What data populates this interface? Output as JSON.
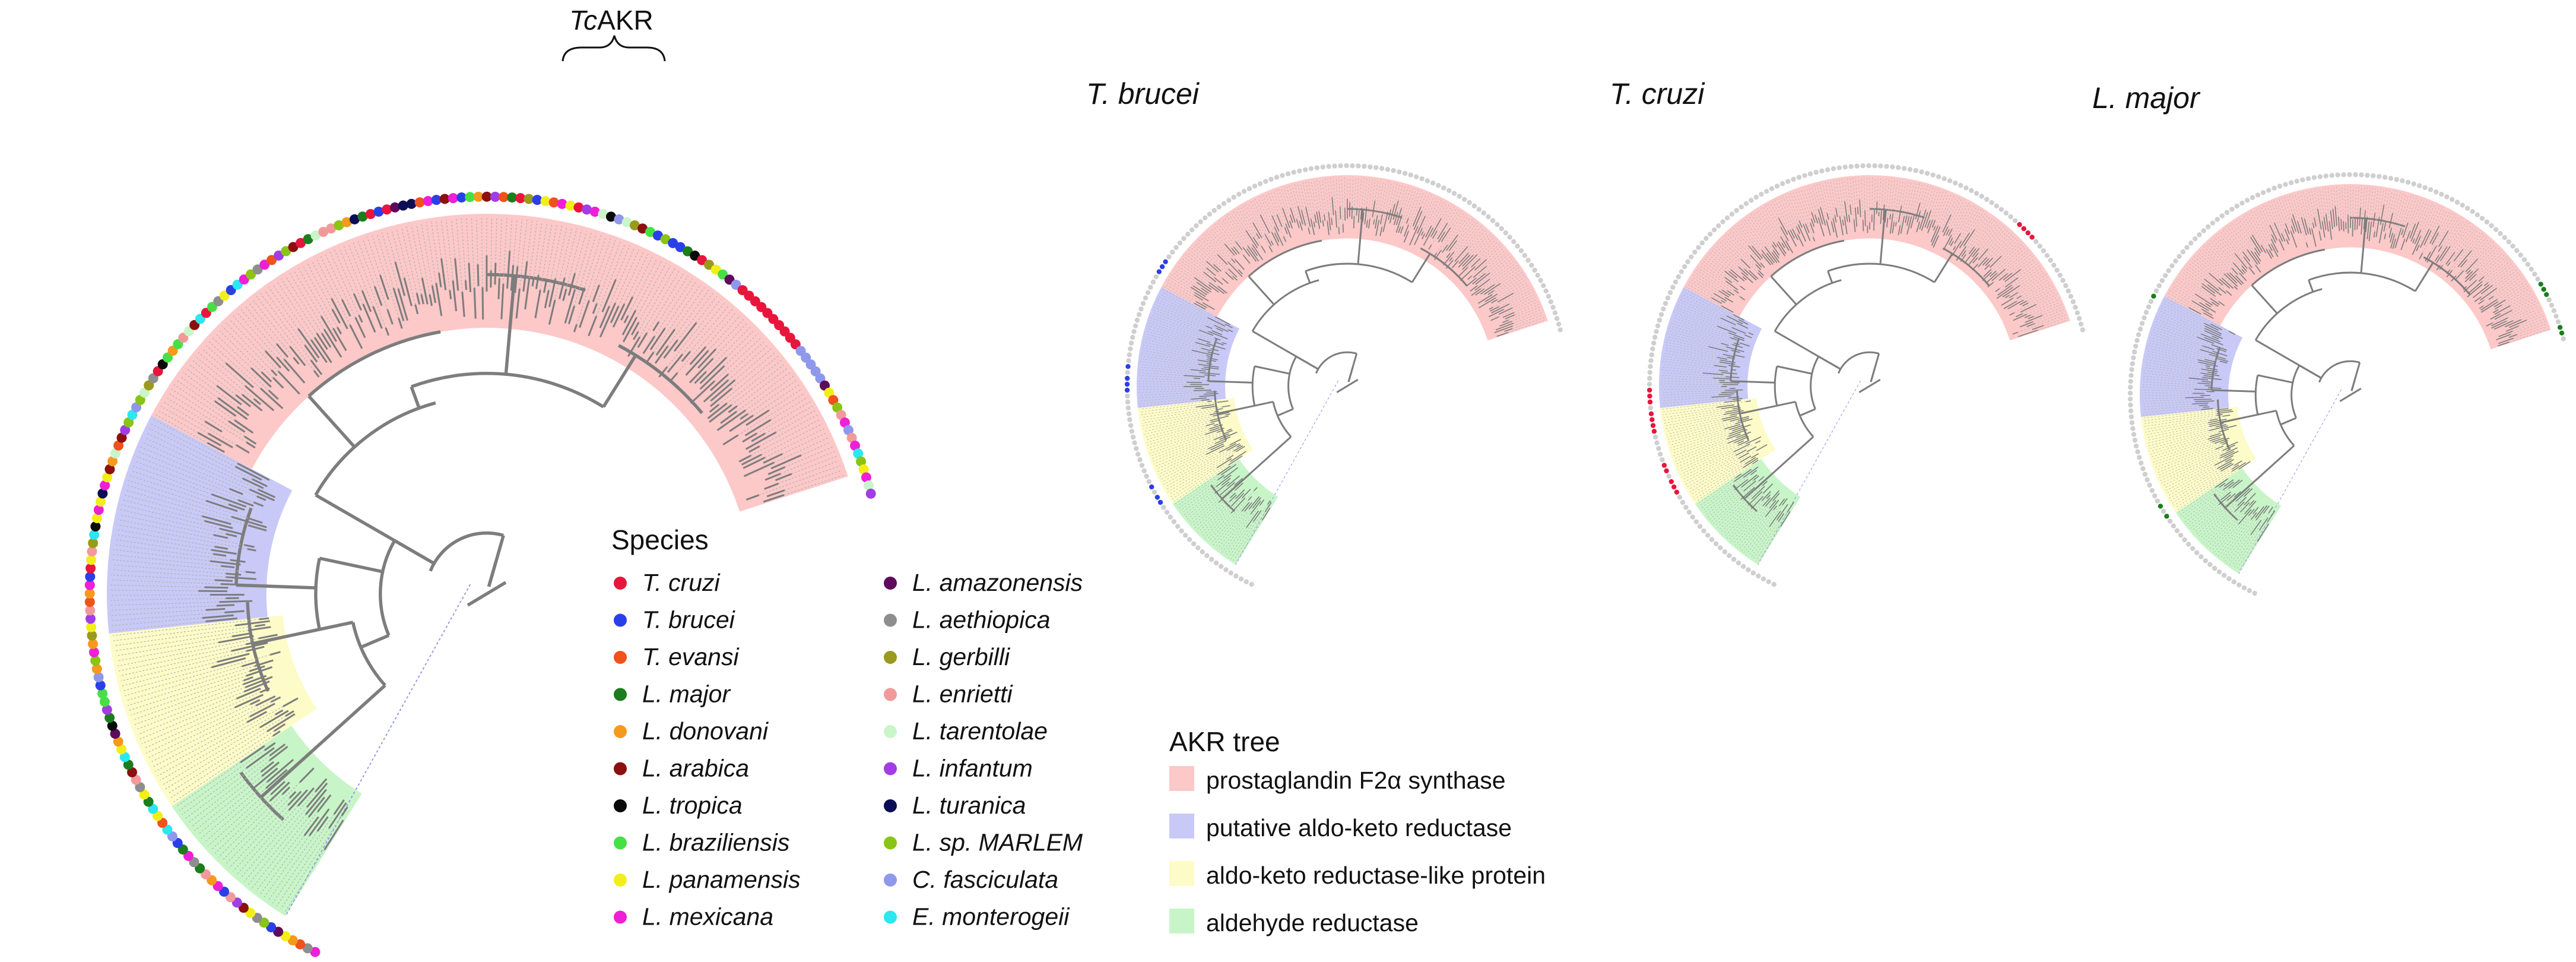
{
  "main_tree": {
    "annotation": {
      "prefix": "Tc",
      "suffix": "AKR"
    }
  },
  "panels": [
    {
      "id": "tbrucei",
      "title": "T. brucei",
      "highlight_color": "#2b3fe8",
      "highlight_clade": "blue"
    },
    {
      "id": "tcruzi",
      "title": "T. cruzi",
      "highlight_color": "#e8153c",
      "highlight_clade": "red"
    },
    {
      "id": "lmajor",
      "title": "L. major",
      "highlight_color": "#1c7d1c",
      "highlight_clade": "green"
    }
  ],
  "species_legend": {
    "title": "Species",
    "items": [
      {
        "label": "T. cruzi",
        "color": "#e8153c"
      },
      {
        "label": "T. brucei",
        "color": "#2b3fe8"
      },
      {
        "label": "T. evansi",
        "color": "#f0521b"
      },
      {
        "label": "L. major",
        "color": "#1c7d1c"
      },
      {
        "label": "L. donovani",
        "color": "#f59a1c"
      },
      {
        "label": "L. arabica",
        "color": "#8b1010"
      },
      {
        "label": "L. tropica",
        "color": "#0a0a0a"
      },
      {
        "label": "L. braziliensis",
        "color": "#46e046"
      },
      {
        "label": "L. panamensis",
        "color": "#f2ee1a"
      },
      {
        "label": "L. mexicana",
        "color": "#ee1fd6"
      },
      {
        "label": "L. amazonensis",
        "color": "#5e0b5e"
      },
      {
        "label": "L. aethiopica",
        "color": "#8e8e8e"
      },
      {
        "label": "L. gerbilli",
        "color": "#9a9a1c"
      },
      {
        "label": "L. enrietti",
        "color": "#f29a9a"
      },
      {
        "label": "L. tarentolae",
        "color": "#caf5ca"
      },
      {
        "label": "L. infantum",
        "color": "#a13ee3"
      },
      {
        "label": "L. turanica",
        "color": "#0d0d56"
      },
      {
        "label": "L. sp. MARLEM",
        "color": "#8ac414"
      },
      {
        "label": "C. fasciculata",
        "color": "#8f98ea"
      },
      {
        "label": "E. monterogeii",
        "color": "#2ce6f0"
      }
    ]
  },
  "akr_legend": {
    "title": "AKR tree",
    "items": [
      {
        "label": "prostaglandin F2α synthase",
        "color": "#fcc8c8",
        "clade": "red"
      },
      {
        "label": "putative aldo-keto reductase",
        "color": "#c9c9f7",
        "clade": "blue"
      },
      {
        "label": "aldo-keto reductase-like protein",
        "color": "#fdfcc8",
        "clade": "yellow"
      },
      {
        "label": "aldehyde reductase",
        "color": "#c8f5c8",
        "clade": "green"
      }
    ]
  },
  "tree_colors": {
    "branch": "#7d7d7d",
    "tip_line": "#b0b0b0",
    "tip_dot": "#cfcfcf"
  }
}
